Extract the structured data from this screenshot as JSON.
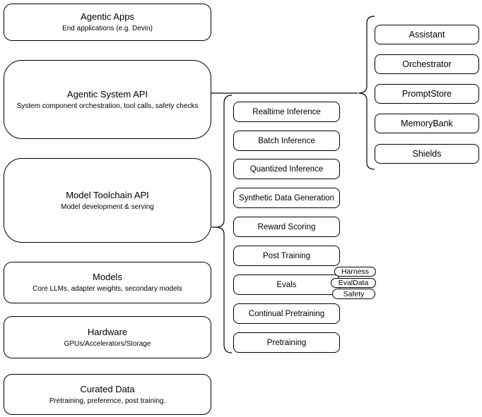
{
  "diagram": {
    "stack": [
      {
        "title": "Agentic Apps",
        "subtitle": "End applications (e.g. Devin)"
      },
      {
        "title": "Agentic System API",
        "subtitle": "System component orchestration, tool calls, safety checks"
      },
      {
        "title": "Model Toolchain API",
        "subtitle": "Model development & serving"
      },
      {
        "title": "Models",
        "subtitle": "Core LLMs, adapter weights, secondary models"
      },
      {
        "title": "Hardware",
        "subtitle": "GPUs/Accelerators/Storage"
      },
      {
        "title": "Curated Data",
        "subtitle": "Pretraining, preference, post training."
      }
    ],
    "toolchain_items": [
      {
        "label": "Realtime Inference"
      },
      {
        "label": "Batch Inference"
      },
      {
        "label": "Quantized Inference"
      },
      {
        "label": "Synthetic Data Generation"
      },
      {
        "label": "Reward Scoring"
      },
      {
        "label": "Post Training"
      },
      {
        "label": "Evals"
      },
      {
        "label": "Continual Pretraining"
      },
      {
        "label": "Pretraining"
      }
    ],
    "eval_tags": [
      {
        "label": "Harness"
      },
      {
        "label": "EvalData"
      },
      {
        "label": "Safety"
      }
    ],
    "system_components": [
      {
        "label": "Assistant"
      },
      {
        "label": "Orchestrator"
      },
      {
        "label": "PromptStore"
      },
      {
        "label": "MemoryBank"
      },
      {
        "label": "Shields"
      }
    ],
    "colors": {
      "stroke": "#000000",
      "fill": "#ffffff"
    }
  }
}
